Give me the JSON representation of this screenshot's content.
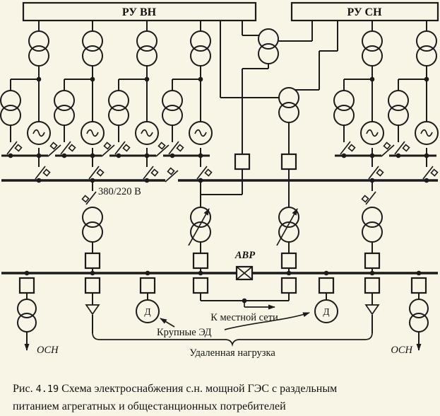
{
  "labels": {
    "ru_vn": "РУ ВН",
    "ru_sn": "РУ СН",
    "voltage": "380/220 В",
    "avr": "АВР",
    "motor_left": "Д",
    "motor_right": "Д",
    "local_network": "К местной сети",
    "large_motors": "Крупные ЭД",
    "remote_load": "Удаленная нагрузка",
    "osn_left": "ОСН",
    "osn_right": "ОСН"
  },
  "caption": {
    "prefix": "Рис.",
    "number": "4.19",
    "rest": "Схема электроснабжения с.н. мощной ГЭС с раздельным",
    "line2": "питанием агрегатных и общестанционных потребителей"
  },
  "colors": {
    "background": "#f9f5e6",
    "line": "#1b1b1b"
  }
}
